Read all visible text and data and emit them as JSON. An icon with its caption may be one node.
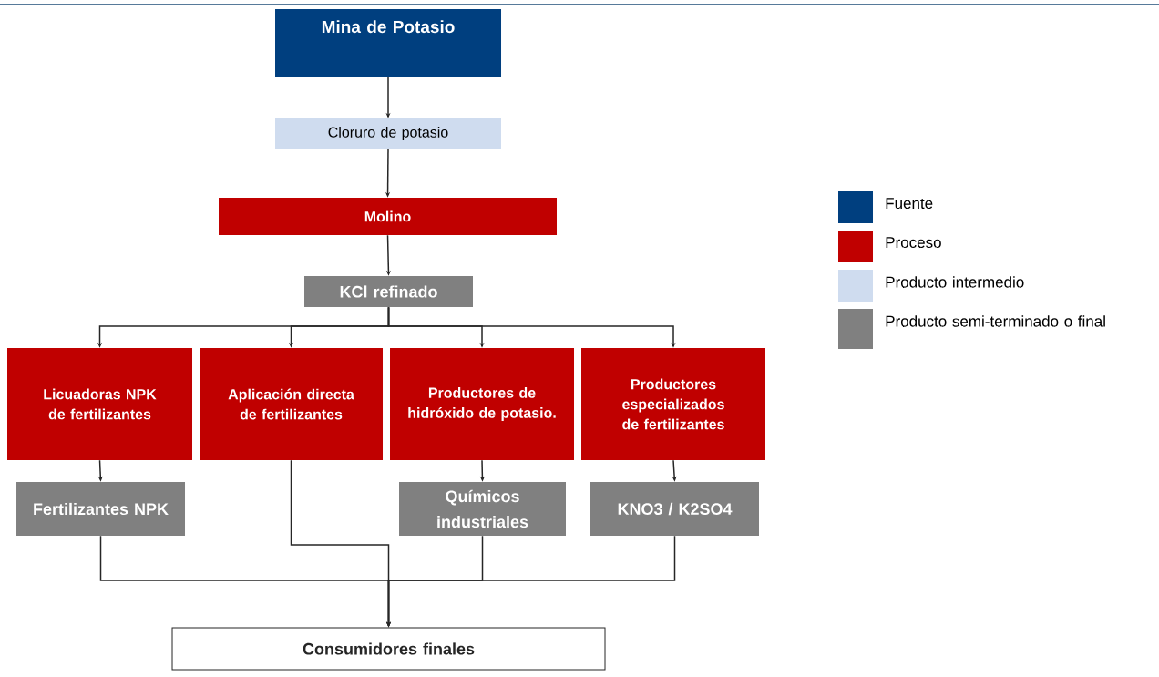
{
  "diagram": {
    "nodes": [
      {
        "text": [
          "Mina de Potasio"
        ]
      },
      {
        "text": [
          "Cloruro de potasio"
        ]
      },
      {
        "text": [
          "Molino"
        ]
      },
      {
        "text": [
          "KCl refinado"
        ]
      },
      {
        "text": [
          "Licuadoras NPK de fertilizantes"
        ]
      },
      {
        "text": [
          "Aplicación directa de fertilizantes"
        ]
      },
      {
        "text": [
          "Productores de hidróxido de potasio."
        ]
      },
      {
        "text": [
          "Productores especializados de fertilizantes"
        ]
      },
      {
        "text": [
          "Fertilizantes NPK"
        ]
      },
      {
        "text": [
          "Químicos industriales"
        ]
      },
      {
        "text": [
          "KNO3 / K2SO4"
        ]
      },
      {
        "text": [
          "Consumidores finales"
        ]
      }
    ],
    "edges": [
      {
        "from": 0,
        "to": 1,
        "arrow": "to"
      },
      {
        "from": 1,
        "to": 2,
        "arrow": "to"
      },
      {
        "from": 2,
        "to": 3,
        "arrow": "to"
      },
      {
        "from": 3,
        "to": 4,
        "arrow": "to"
      },
      {
        "from": 3,
        "to": 5,
        "arrow": "to"
      },
      {
        "from": 3,
        "to": 6,
        "arrow": "to"
      },
      {
        "from": 3,
        "to": 7,
        "arrow": "to"
      },
      {
        "from": 4,
        "to": 8,
        "arrow": "to"
      },
      {
        "from": 6,
        "to": 9,
        "arrow": "to"
      },
      {
        "from": 7,
        "to": 10,
        "arrow": "to"
      },
      {
        "from": 8,
        "to": 11,
        "arrow": "to"
      },
      {
        "from": 5,
        "to": 11,
        "arrow": "to"
      },
      {
        "from": 9,
        "to": 11,
        "arrow": "to"
      },
      {
        "from": 10,
        "to": 11,
        "arrow": "to"
      }
    ],
    "legend": [
      {
        "text": "Fuente",
        "color": "#003f7f"
      },
      {
        "text": "Proceso",
        "color": "#c00000"
      },
      {
        "text": "Producto intermedio",
        "color": "#cfdcef"
      },
      {
        "text": "Producto semi-terminado o final",
        "color": "#808080"
      }
    ]
  }
}
